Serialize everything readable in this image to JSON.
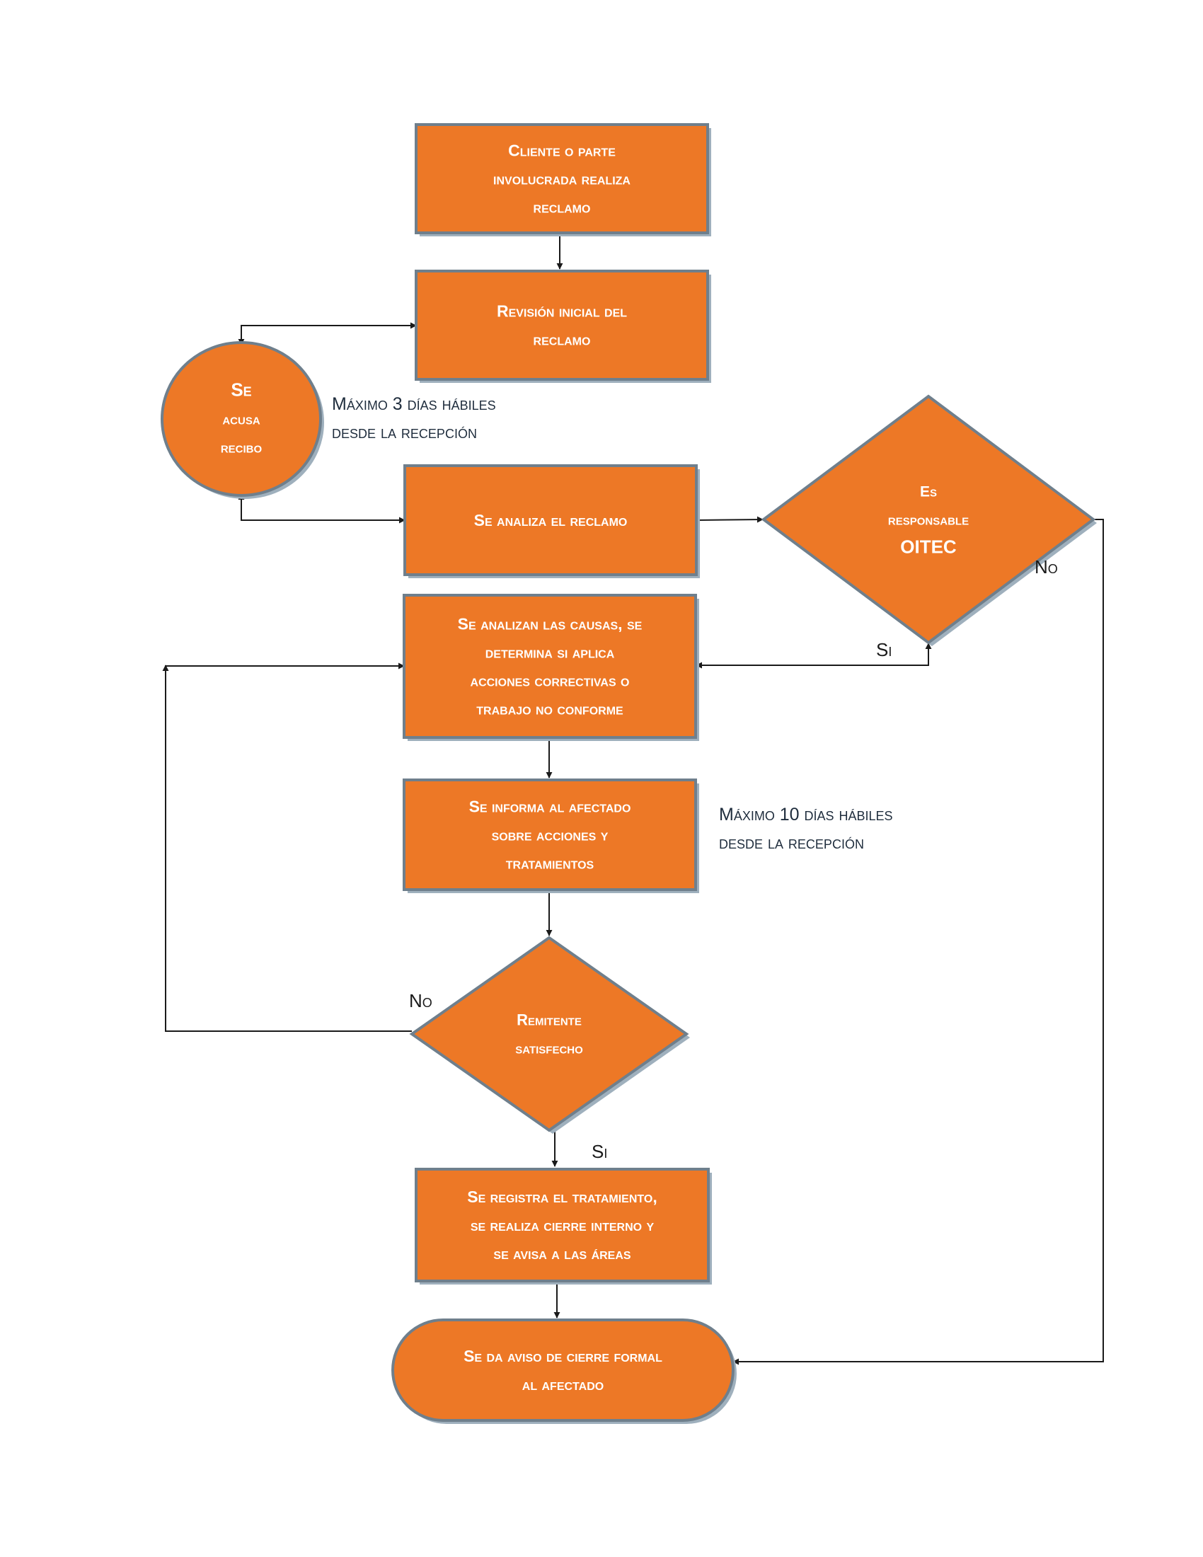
{
  "colors": {
    "node_fill": "#ED7826",
    "node_border": "#6F7F8C",
    "node_shadow": "#9FB0BD",
    "connector": "#1a1a1a",
    "note_text": "#1f2d3d"
  },
  "nodes": {
    "cliente_reclamo": {
      "shape": "rectangle",
      "lines": [
        "Cliente o parte",
        "involucrada realiza",
        "reclamo"
      ]
    },
    "revision_inicial": {
      "shape": "rectangle",
      "lines": [
        "Revisión inicial del",
        "reclamo"
      ]
    },
    "acusa_recibo": {
      "shape": "circle",
      "lines": [
        "Se",
        "acusa",
        "recibo"
      ]
    },
    "analiza_reclamo": {
      "shape": "rectangle",
      "lines": [
        "Se analiza el reclamo"
      ]
    },
    "es_responsable": {
      "shape": "diamond",
      "lines": [
        "Es",
        "responsable",
        "OITEC"
      ]
    },
    "analizan_causas": {
      "shape": "rectangle",
      "lines": [
        "Se analizan las causas, se",
        "determina si aplica",
        "acciones correctivas o",
        "trabajo no conforme"
      ]
    },
    "informa_afectado": {
      "shape": "rectangle",
      "lines": [
        "Se informa al afectado",
        "sobre acciones y",
        "tratamientos"
      ]
    },
    "remitente_satisfecho": {
      "shape": "diamond",
      "lines": [
        "Remitente",
        "satisfecho"
      ]
    },
    "registra_tratamiento": {
      "shape": "rectangle",
      "lines": [
        "Se registra el tratamiento,",
        "se realiza cierre interno y",
        "se avisa a las áreas"
      ]
    },
    "aviso_cierre": {
      "shape": "terminator",
      "lines": [
        "Se da aviso de cierre formal",
        "al afectado"
      ]
    }
  },
  "notes": {
    "plazo_3_dias": [
      "Máximo 3 días hábiles",
      "desde la recepción"
    ],
    "plazo_10_dias": [
      "Máximo 10 días hábiles",
      "desde la recepción"
    ]
  },
  "edge_labels": {
    "oitec_no": "No",
    "oitec_si": "Si",
    "satisfecho_no": "No",
    "satisfecho_si": "Si"
  }
}
